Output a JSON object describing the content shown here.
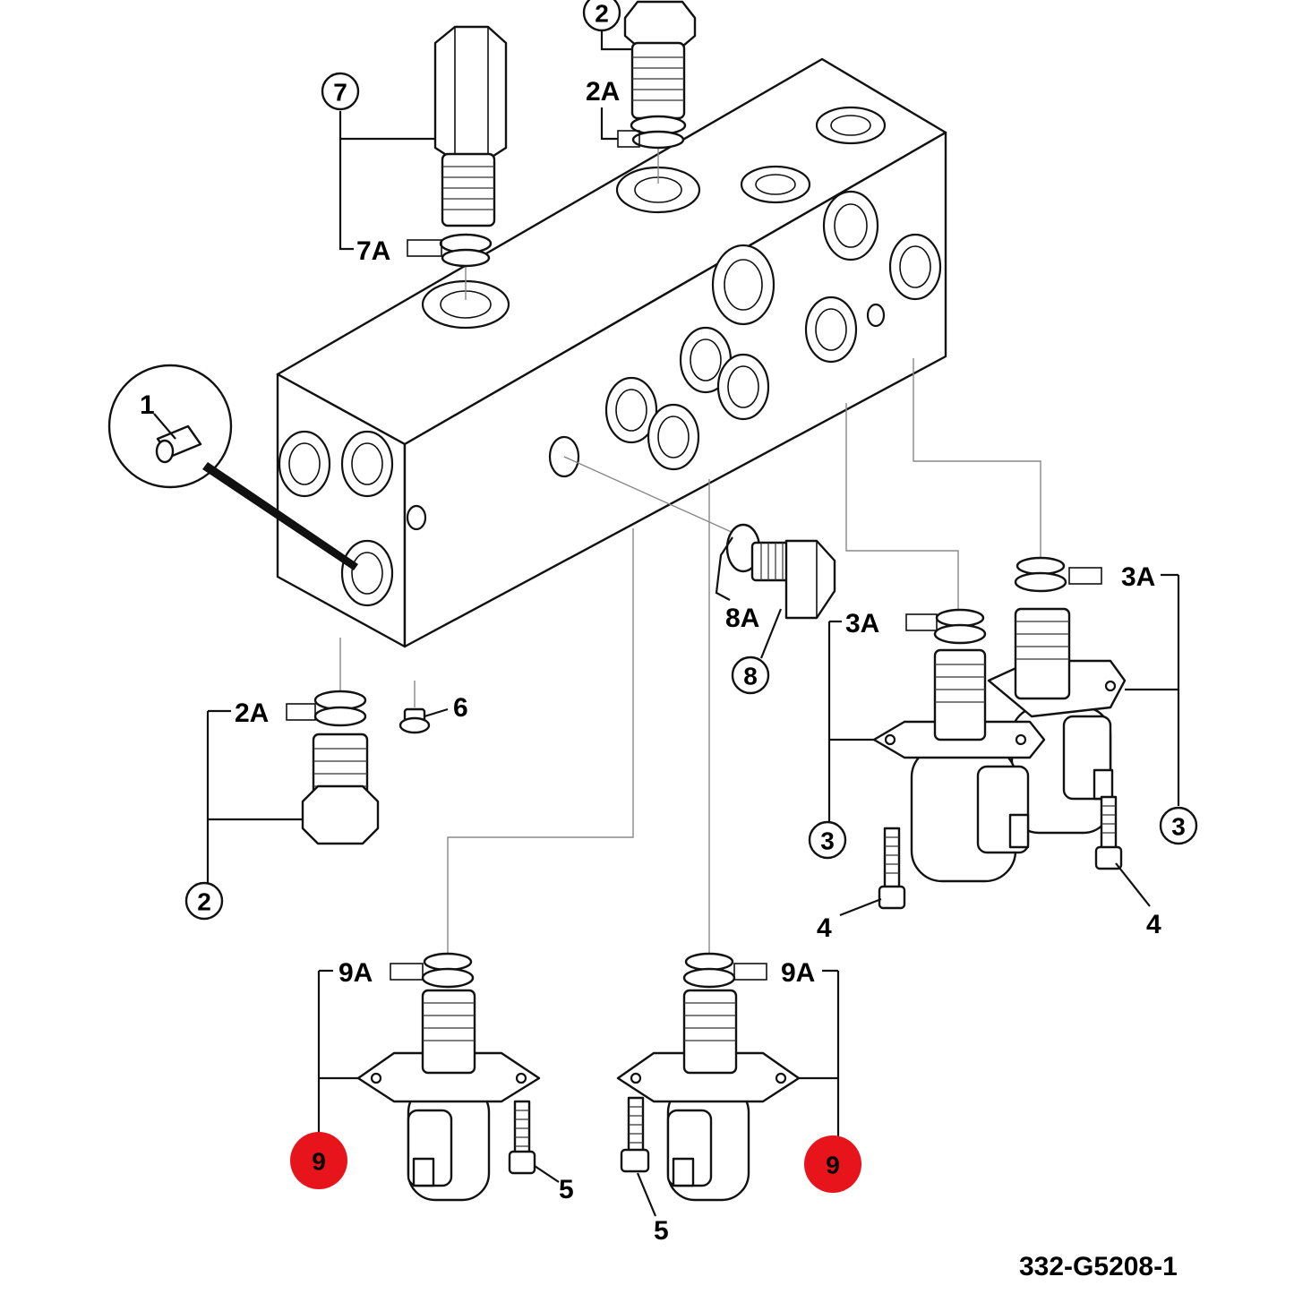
{
  "callouts": {
    "c1": "1",
    "c2_top": "2",
    "c2a_top": "2A",
    "c7": "7",
    "c7a": "7A",
    "c8a": "8A",
    "c8": "8",
    "c2a_left": "2A",
    "c6": "6",
    "c2_left": "2",
    "c3a_left": "3A",
    "c3a_right": "3A",
    "c3_left": "3",
    "c3_right": "3",
    "c4_left": "4",
    "c4_right": "4",
    "c9a_left": "9A",
    "c9a_right": "9A",
    "c9_left": "9",
    "c9_right": "9",
    "c5_left": "5",
    "c5_right": "5"
  },
  "reference": "332-G5208-1",
  "colors": {
    "highlight": "#e8141b",
    "line": "#111111"
  }
}
